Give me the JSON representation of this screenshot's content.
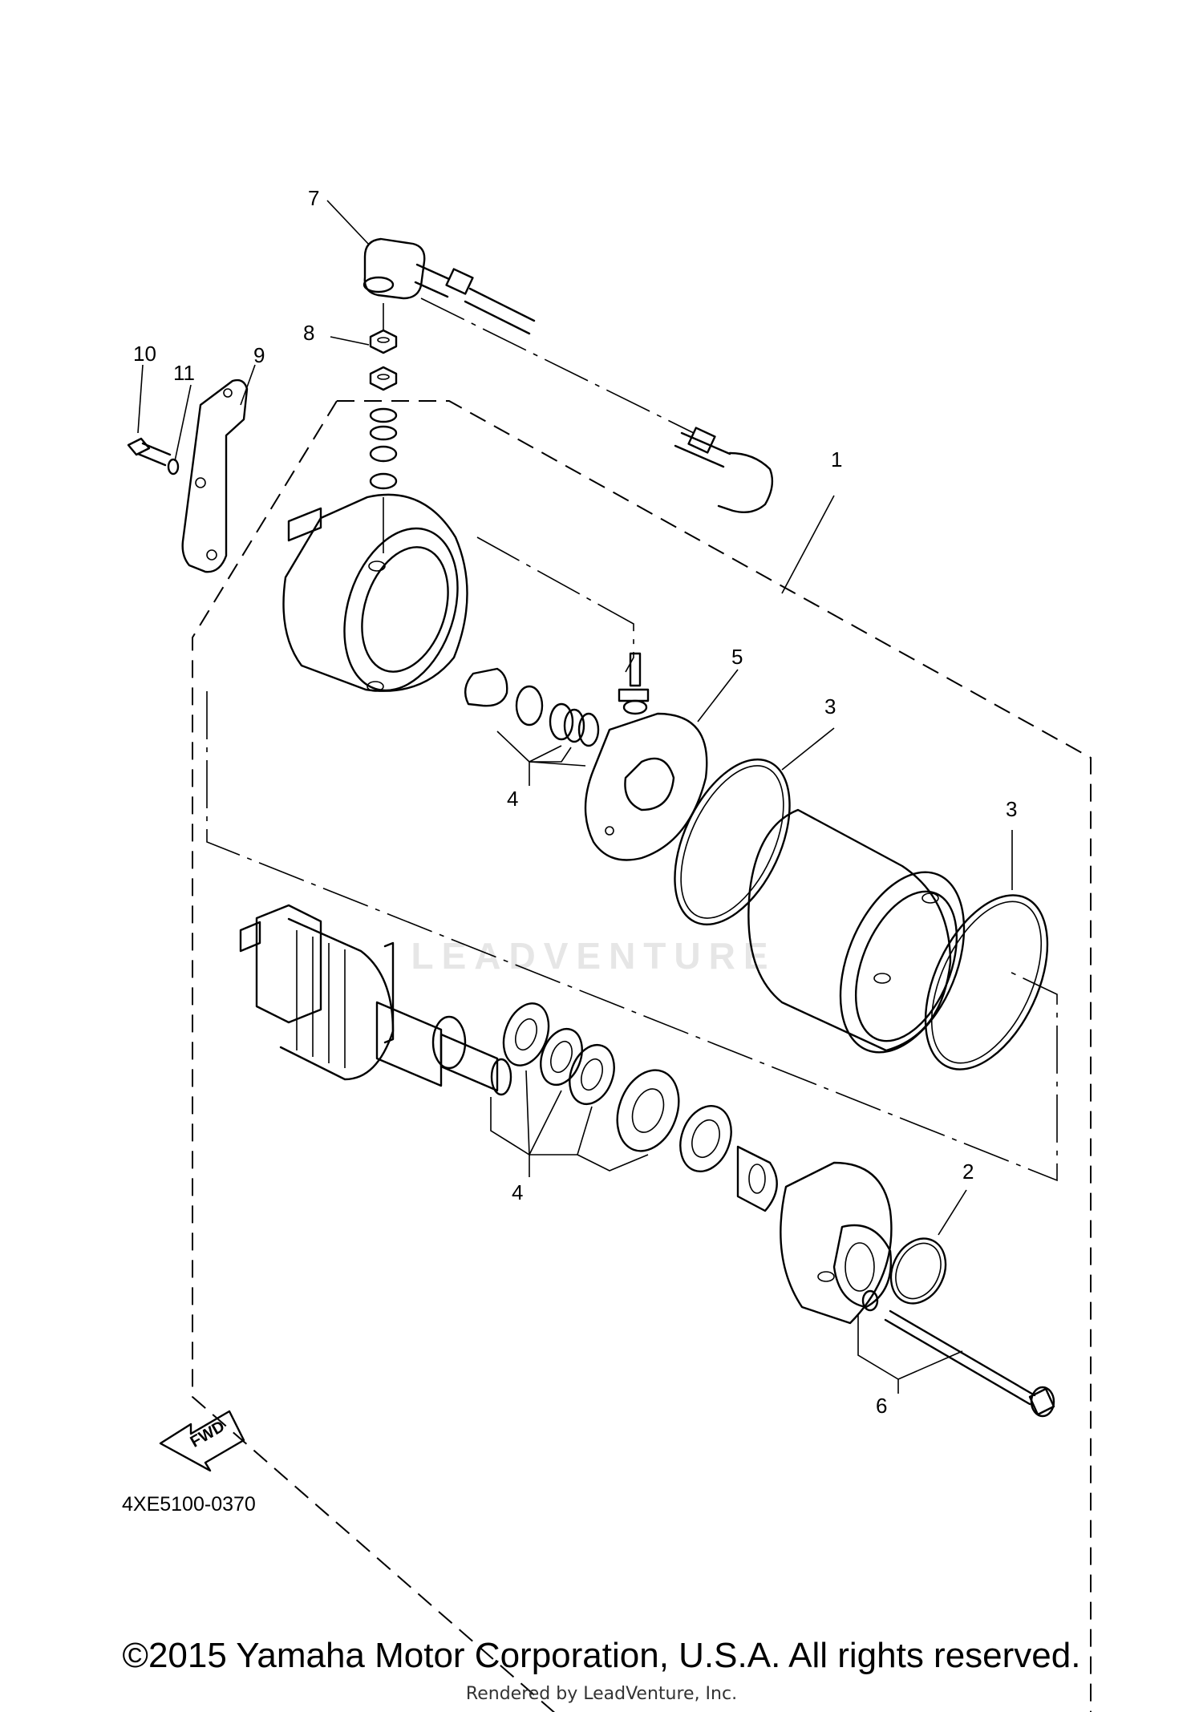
{
  "diagram": {
    "callouts": {
      "c1": "1",
      "c2": "2",
      "c3a": "3",
      "c3b": "3",
      "c4a": "4",
      "c4b": "4",
      "c5": "5",
      "c6": "6",
      "c7": "7",
      "c8": "8",
      "c9": "9",
      "c10": "10",
      "c11": "11"
    },
    "fwd_label": "FWD",
    "reference_code": "4XE5100-0370",
    "watermark": "LEADVENTURE"
  },
  "footer": {
    "copyright": "©2015 Yamaha Motor Corporation, U.S.A. All rights reserved.",
    "rendered_by": "Rendered by LeadVenture, Inc."
  }
}
